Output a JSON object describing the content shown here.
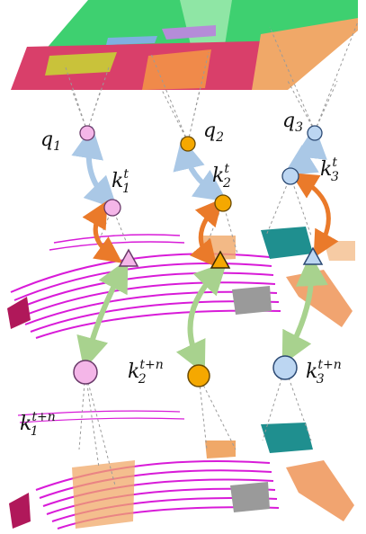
{
  "colors": {
    "pink": "#f4b6e8",
    "orange": "#f5a800",
    "blue": "#bcd6f2",
    "arrow_blue": "#aac8e6",
    "arrow_orange": "#ea7a2a",
    "arrow_green": "#a8d28e",
    "lidar": "#d81bd8"
  },
  "labels": {
    "q1": {
      "base": "q",
      "sub": "1",
      "sup": ""
    },
    "q2": {
      "base": "q",
      "sub": "2",
      "sup": ""
    },
    "q3": {
      "base": "q",
      "sub": "3",
      "sup": ""
    },
    "k1_t": {
      "base": "k",
      "sub": "1",
      "sup": "t"
    },
    "k2_t": {
      "base": "k",
      "sub": "2",
      "sup": "t"
    },
    "k3_t": {
      "base": "k",
      "sub": "3",
      "sup": "t"
    },
    "k1_tn": {
      "base": "k",
      "sub": "1",
      "sup": "t+n"
    },
    "k2_tn": {
      "base": "k",
      "sub": "2",
      "sup": "t+n"
    },
    "k3_tn": {
      "base": "k",
      "sub": "3",
      "sup": "t+n"
    }
  }
}
